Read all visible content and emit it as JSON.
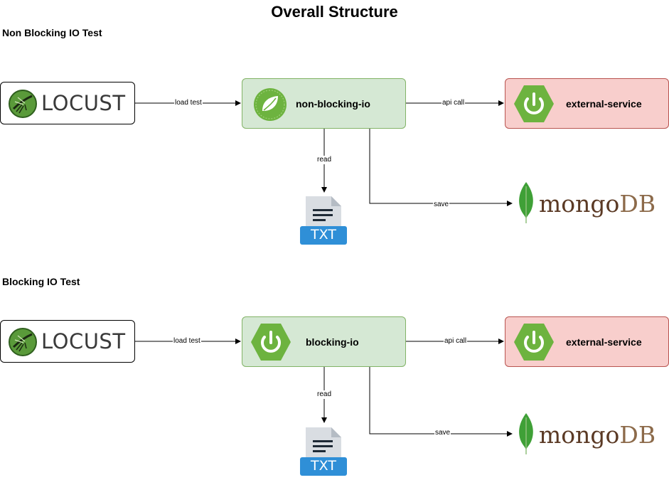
{
  "title": "Overall Structure",
  "sections": [
    {
      "heading": "Non Blocking IO Test",
      "client_logo_text": "LOCUST",
      "app_label": "non-blocking-io",
      "app_icon": "spring-leaf-icon",
      "external_label": "external-service",
      "external_icon": "spring-power-icon",
      "edges": {
        "load": "load test",
        "api": "api call",
        "read": "read",
        "save": "save"
      },
      "file_label": "TXT",
      "db_logo": {
        "part1": "mongo",
        "part2": "DB"
      }
    },
    {
      "heading": "Blocking IO Test",
      "client_logo_text": "LOCUST",
      "app_label": "blocking-io",
      "app_icon": "spring-power-icon",
      "external_label": "external-service",
      "external_icon": "spring-power-icon",
      "edges": {
        "load": "load test",
        "api": "api call",
        "read": "read",
        "save": "save"
      },
      "file_label": "TXT",
      "db_logo": {
        "part1": "mongo",
        "part2": "DB"
      }
    }
  ],
  "colors": {
    "app_fill": "#d5e8d4",
    "app_stroke": "#82b366",
    "external_fill": "#f8cecc",
    "external_stroke": "#b85450",
    "spring_green": "#6db33f",
    "txt_blue": "#2f8fd7",
    "mongo_leaf": "#3fa037"
  }
}
